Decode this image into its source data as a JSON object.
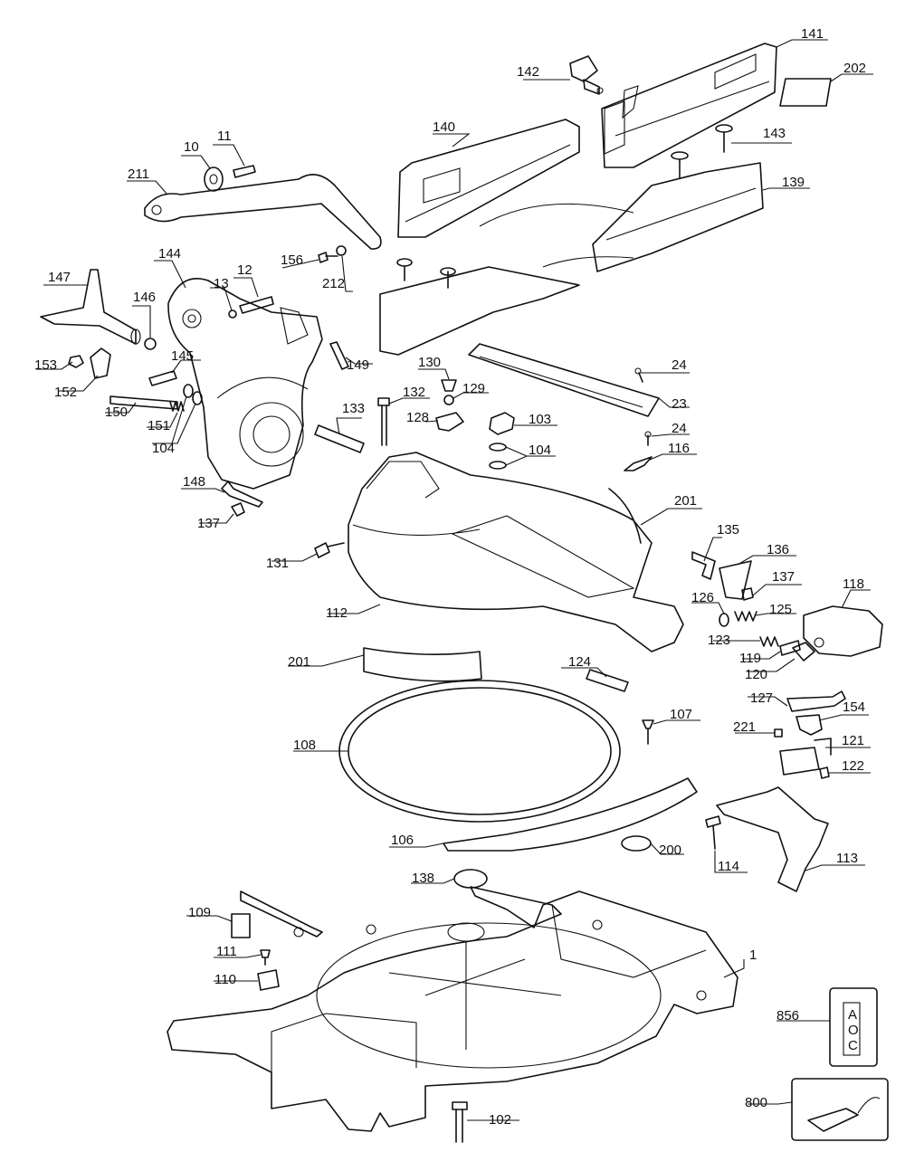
{
  "colors": {
    "line": "#111111",
    "background": "#ffffff"
  },
  "callouts": {
    "p1": "1",
    "p10": "10",
    "p11": "11",
    "p12": "12",
    "p13": "13",
    "p23": "23",
    "p24a": "24",
    "p24b": "24",
    "p102": "102",
    "p103": "103",
    "p104a": "104",
    "p104b": "104",
    "p106": "106",
    "p107": "107",
    "p108": "108",
    "p109": "109",
    "p110": "110",
    "p111": "111",
    "p112": "112",
    "p113": "113",
    "p114": "114",
    "p116": "116",
    "p118": "118",
    "p119": "119",
    "p120": "120",
    "p121": "121",
    "p122": "122",
    "p123": "123",
    "p124": "124",
    "p125": "125",
    "p126": "126",
    "p127": "127",
    "p128": "128",
    "p129": "129",
    "p130": "130",
    "p131": "131",
    "p132": "132",
    "p133": "133",
    "p135": "135",
    "p136": "136",
    "p137a": "137",
    "p137b": "137",
    "p138": "138",
    "p139": "139",
    "p140": "140",
    "p141": "141",
    "p142": "142",
    "p143": "143",
    "p144": "144",
    "p145": "145",
    "p146": "146",
    "p147": "147",
    "p148": "148",
    "p149": "149",
    "p150": "150",
    "p151": "151",
    "p152": "152",
    "p153": "153",
    "p154": "154",
    "p156": "156",
    "p200": "200",
    "p201a": "201",
    "p201b": "201",
    "p202": "202",
    "p211": "211",
    "p212": "212",
    "p221": "221",
    "p800": "800",
    "p856": "856"
  },
  "labels_on_parts": {
    "switch_top": "A",
    "switch_mid": "O",
    "switch_bottom": "C"
  }
}
